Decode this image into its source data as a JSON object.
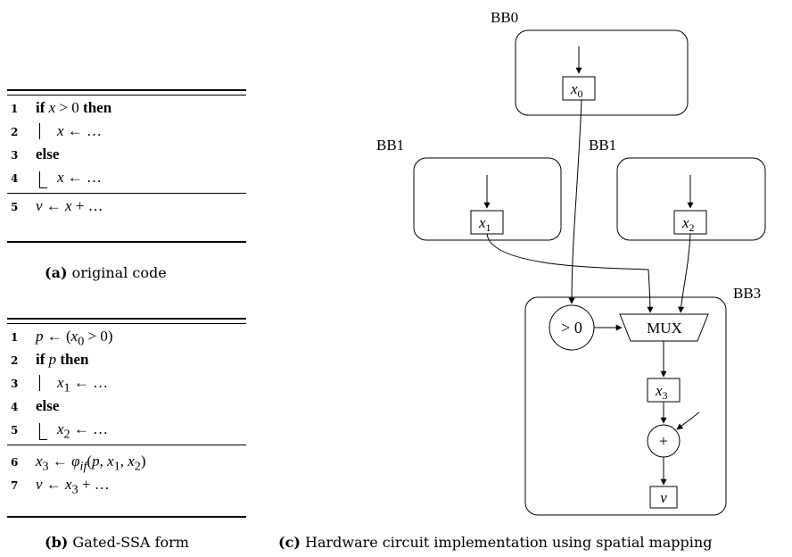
{
  "panel_a": {
    "caption_label": "(a)",
    "caption_text": "original code",
    "lines": [
      {
        "no": "1",
        "html": "<b>if</b> <i>x</i> &gt; 0 <b>then</b>"
      },
      {
        "no": "2",
        "html": "<i>x</i> ← …"
      },
      {
        "no": "3",
        "html": "<b>else</b>"
      },
      {
        "no": "4",
        "html": "<i>x</i> ← …"
      },
      {
        "no": "5",
        "html": "<i>v</i> ← <i>x</i> + …"
      }
    ]
  },
  "panel_b": {
    "caption_label": "(b)",
    "caption_text": "Gated-SSA form",
    "lines": [
      {
        "no": "1",
        "html": "<i>p</i> ← (<i>x</i><sub>0</sub> &gt; 0)"
      },
      {
        "no": "2",
        "html": "<b>if</b> <i>p</i> <b>then</b>"
      },
      {
        "no": "3",
        "html": "<i>x</i><sub>1</sub> ← …"
      },
      {
        "no": "4",
        "html": "<b>else</b>"
      },
      {
        "no": "5",
        "html": "<i>x</i><sub>2</sub> ← …"
      },
      {
        "no": "6",
        "html": "<i>x</i><sub>3</sub> ← <i>φ</i><sub><i>if</i></sub>(<i>p</i>, <i>x</i><sub>1</sub>, <i>x</i><sub>2</sub>)"
      },
      {
        "no": "7",
        "html": "<i>v</i> ← <i>x</i><sub>3</sub> + …"
      }
    ]
  },
  "panel_c": {
    "caption_label": "(c)",
    "caption_text": "Hardware circuit implementation using spatial mapping",
    "blocks": {
      "bb0": "BB0",
      "bb1_left": "BB1",
      "bb1_right": "BB1",
      "bb3": "BB3"
    },
    "nodes": {
      "x0": "x",
      "x0_sub": "0",
      "x1": "x",
      "x1_sub": "1",
      "x2": "x",
      "x2_sub": "2",
      "x3": "x",
      "x3_sub": "3",
      "cmp": "> 0",
      "mux": "MUX",
      "plus": "+",
      "v": "v"
    }
  }
}
